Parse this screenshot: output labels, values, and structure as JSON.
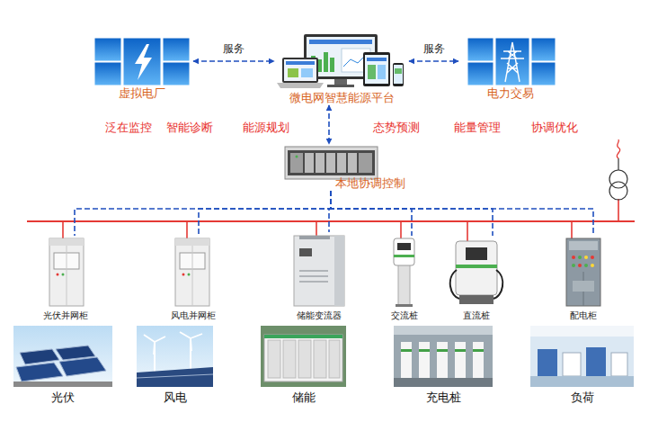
{
  "diagram": {
    "nodes": [
      {
        "text": [
          "虚拟电厂"
        ]
      },
      {
        "text": [
          "微电网智慧能源平台"
        ]
      },
      {
        "text": [
          "电力交易"
        ]
      },
      {
        "text": [
          "本地协调控制"
        ]
      },
      {
        "text": [
          "光伏并网柜"
        ]
      },
      {
        "text": [
          "风电并网柜"
        ]
      },
      {
        "text": [
          "储能变流器"
        ]
      },
      {
        "text": [
          "交流桩"
        ]
      },
      {
        "text": [
          "直流桩"
        ]
      },
      {
        "text": [
          "配电柜"
        ]
      },
      {
        "text": [
          "光伏"
        ]
      },
      {
        "text": [
          "风电"
        ]
      },
      {
        "text": [
          "储能"
        ]
      },
      {
        "text": [
          "充电桩"
        ]
      },
      {
        "text": [
          "负荷"
        ]
      }
    ],
    "edges": [
      {
        "from": 0,
        "to": 1,
        "label": "服务",
        "arrow": "both"
      },
      {
        "from": 1,
        "to": 2,
        "label": "服务",
        "arrow": "both"
      },
      {
        "from": 1,
        "to": 3,
        "arrow": "both"
      },
      {
        "from": 3,
        "to": 4,
        "arrow": "none"
      },
      {
        "from": 3,
        "to": 5,
        "arrow": "none"
      },
      {
        "from": 3,
        "to": 6,
        "arrow": "none"
      },
      {
        "from": 3,
        "to": 7,
        "arrow": "none"
      },
      {
        "from": 3,
        "to": 8,
        "arrow": "none"
      },
      {
        "from": 3,
        "to": 9,
        "arrow": "none"
      }
    ],
    "labels": [
      "泛在监控",
      "智能诊断",
      "能源规划",
      "态势预测",
      "能量管理",
      "协调优化"
    ]
  }
}
